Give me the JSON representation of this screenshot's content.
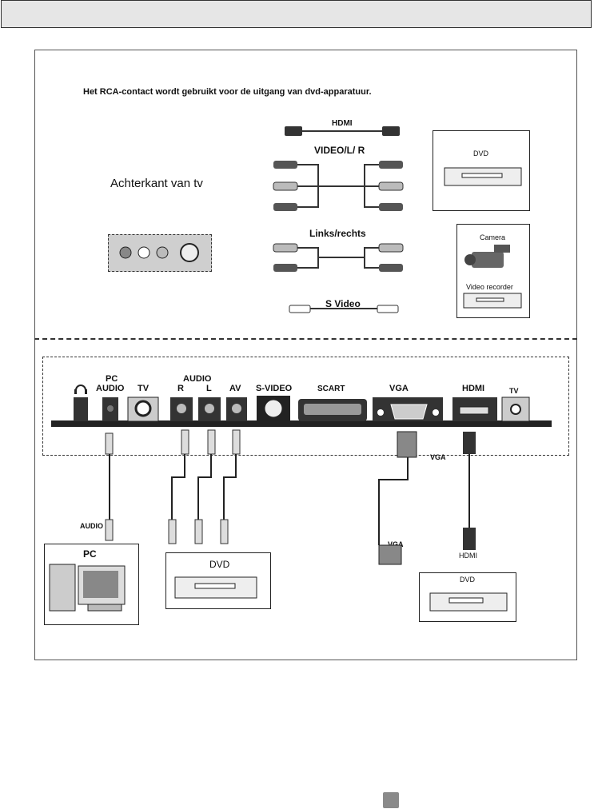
{
  "intro_text": "Het RCA-contact wordt gebruikt voor de uitgang van dvd-apparatuur.",
  "back_of_tv_label": "Achterkant van tv",
  "top_cables": {
    "hdmi": "HDMI",
    "video_lr": "VIDEO/L/  R",
    "left_right": "Links/rechts",
    "s_video": "S Video"
  },
  "top_devices": {
    "dvd": "DVD",
    "camera": "Camera",
    "video_recorder": "Video recorder"
  },
  "panel_ports": {
    "pc_audio": "PC\nAUDIO",
    "pc": "PC",
    "audio_line": "AUDIO",
    "tv_left": "TV",
    "audio_r": "R",
    "audio_l": "L",
    "av": "AV",
    "s_video": "S-VIDEO",
    "scart": "SCART",
    "vga": "VGA",
    "hdmi": "HDMI",
    "tv_right": "TV"
  },
  "bottom_labels": {
    "audio": "AUDIO",
    "pc": "PC",
    "dvd_left": "DVD",
    "vga_top": "VGA",
    "vga_bottom": "VGA",
    "hdmi": "HDMI",
    "dvd_right": "DVD"
  },
  "icons": [
    "headphone-icon",
    "rca-plug-icon",
    "hdmi-plug-icon",
    "vga-plug-icon",
    "dvd-player-icon",
    "camera-icon",
    "pc-icon"
  ]
}
